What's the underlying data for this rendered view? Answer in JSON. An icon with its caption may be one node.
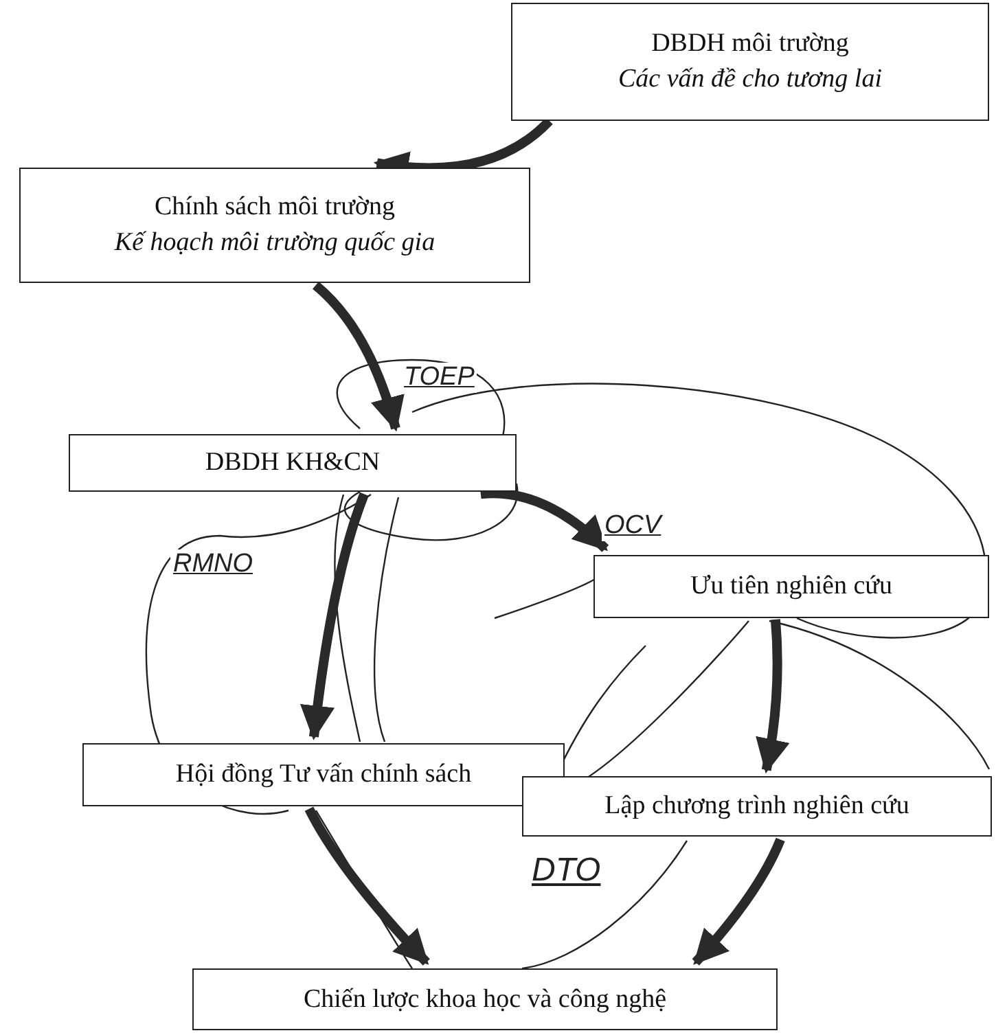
{
  "diagram": {
    "nodes": [
      {
        "text": [
          "DBDH môi trường",
          "Các vấn đề cho tương lai"
        ]
      },
      {
        "text": [
          "Chính sách môi trường",
          "Kế hoạch môi trường quốc gia"
        ]
      },
      {
        "text": [
          "DBDH KH&CN"
        ]
      },
      {
        "text": [
          "Ưu tiên nghiên cứu"
        ]
      },
      {
        "text": [
          "Hội đồng Tư vấn chính sách"
        ]
      },
      {
        "text": [
          "Lập chương trình nghiên cứu"
        ]
      },
      {
        "text": [
          "Chiến lược khoa học và công nghệ"
        ]
      }
    ],
    "edges": [
      {
        "from": 0,
        "to": 1,
        "arrow": "to"
      },
      {
        "from": 1,
        "to": 2,
        "arrow": "to"
      },
      {
        "from": 2,
        "to": 4,
        "arrow": "to"
      },
      {
        "from": 2,
        "to": 3,
        "arrow": "to"
      },
      {
        "from": 3,
        "to": 5,
        "arrow": "to"
      },
      {
        "from": 4,
        "to": 6,
        "arrow": "to"
      },
      {
        "from": 5,
        "to": 6,
        "arrow": "to"
      }
    ],
    "labels": [
      "TOEP",
      "OCV",
      "RMNO",
      "DTO"
    ]
  }
}
